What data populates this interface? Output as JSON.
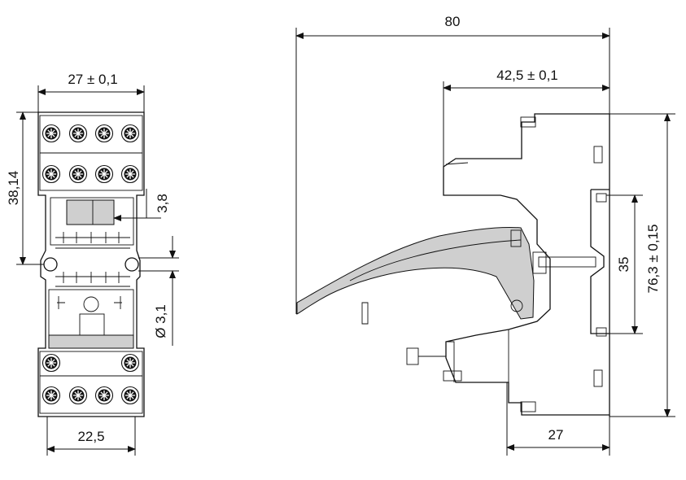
{
  "dimensions": {
    "front_width": "27 ± 0,1",
    "front_height": "38,14",
    "gap": "3,8",
    "hole": "Ø 3,1",
    "bottom_width": "22,5",
    "side_total": "80",
    "side_partial": "42,5 ± 0,1",
    "side_base": "27",
    "rail": "35",
    "side_height": "76,3 ± 0,15"
  },
  "colors": {
    "line": "#111111",
    "fill": "#cfcfcf"
  }
}
